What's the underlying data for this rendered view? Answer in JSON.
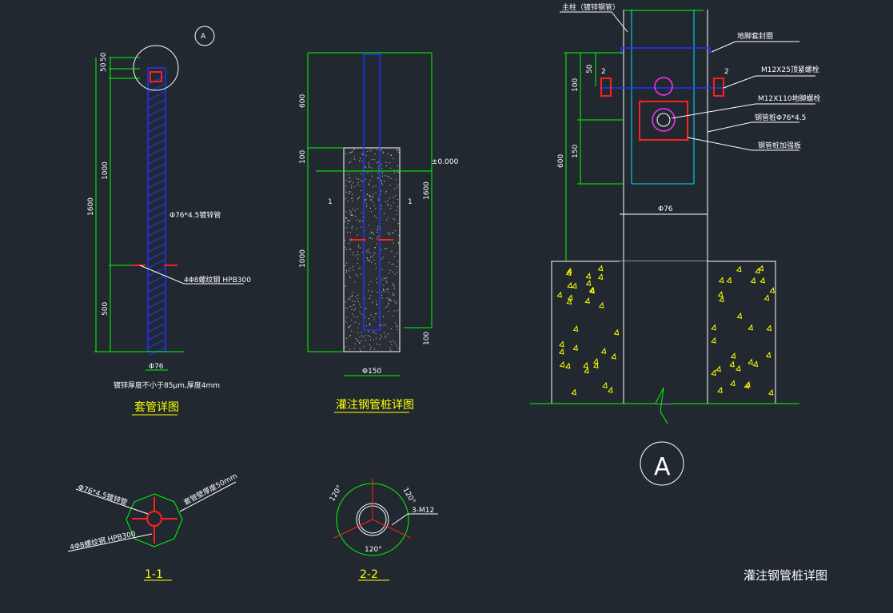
{
  "sleeve_detail": {
    "title": "套管详图",
    "dims": [
      "50",
      "50",
      "1000",
      "1600",
      "500"
    ],
    "pipe_label": "Φ76*4.5镀锌管",
    "rebar_label": "4Φ8螺纹钢 HPB300",
    "diameter": "Φ76",
    "note": "镀锌厚度不小于85μm,厚度4mm",
    "callout": "A"
  },
  "pile_detail": {
    "title": "灌注钢管桩详图",
    "dims": [
      "600",
      "100",
      "1000",
      "100",
      "1600"
    ],
    "elevation": "±0.000",
    "section_mark": "1",
    "diameter": "Φ150"
  },
  "detail_a": {
    "labels": [
      "主柱（镀锌钢管）",
      "地脚套封圈",
      "M12X25顶紧螺栓",
      "M12X110地脚螺栓",
      "钢管桩Φ76*4.5",
      "钢管桩加强板"
    ],
    "dims": [
      "50",
      "100",
      "150",
      "600"
    ],
    "section_mark": "2",
    "diameter": "Φ76",
    "callout": "A"
  },
  "section_1": {
    "title": "1-1",
    "labels": [
      "Φ76*4.5镀锌管",
      "套管壁厚度50mm",
      "4Φ8螺纹钢 HPB300"
    ]
  },
  "section_2": {
    "title": "2-2",
    "angles": [
      "120°",
      "120°",
      "120°"
    ],
    "bolt_label": "3-M12"
  },
  "sheet_title": "灌注钢管桩详图"
}
